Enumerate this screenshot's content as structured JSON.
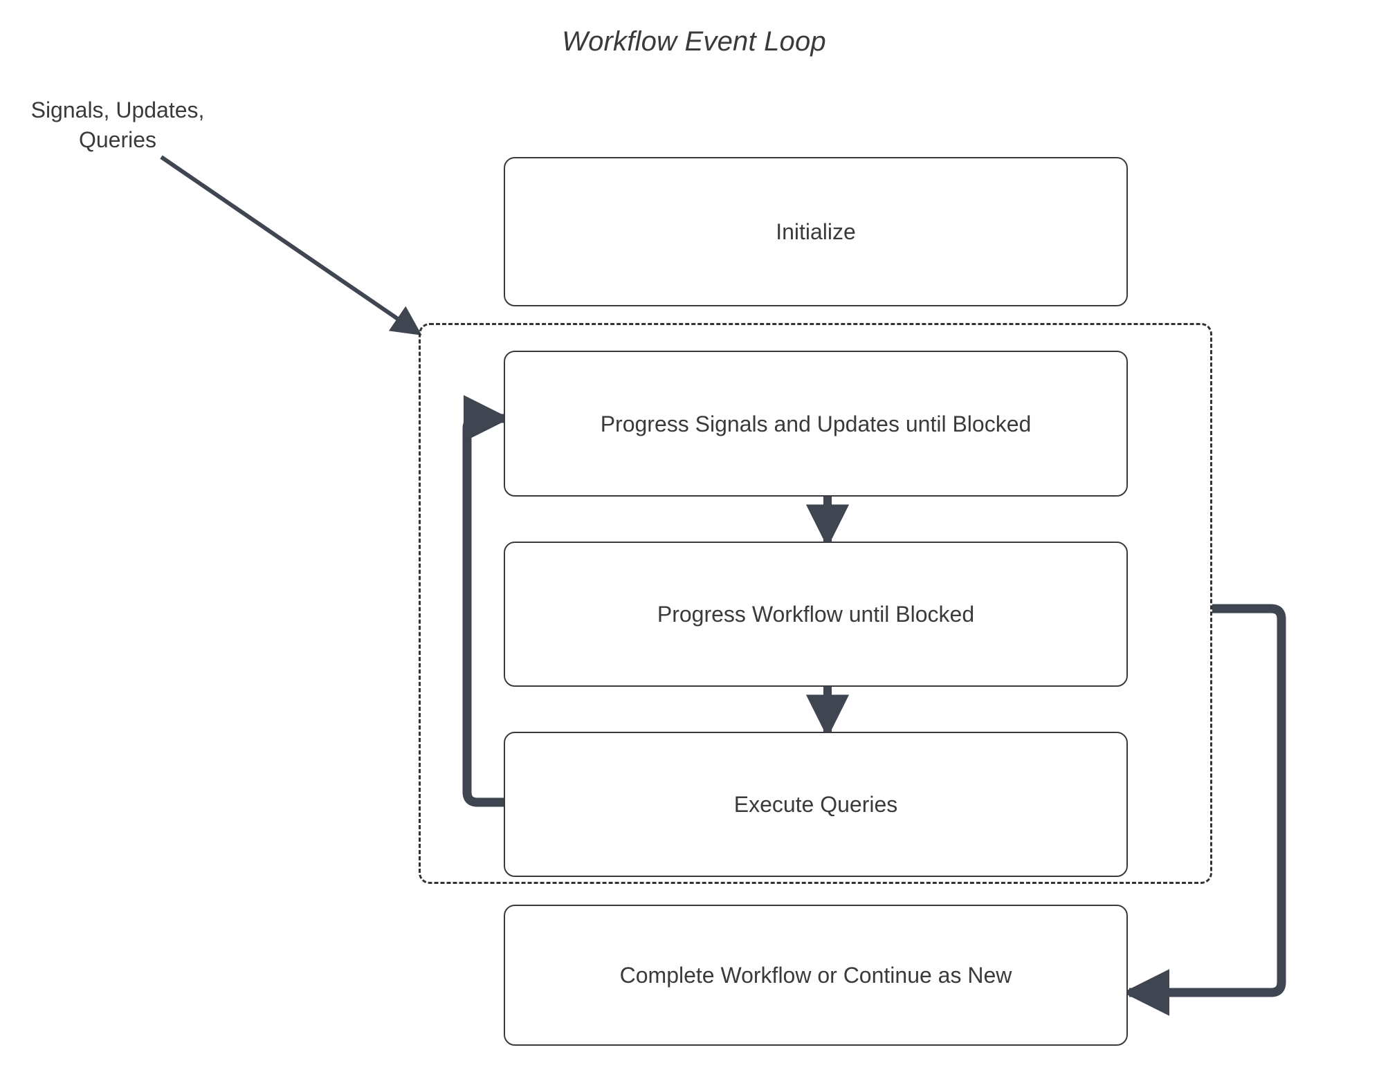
{
  "diagram": {
    "title": "Workflow Event Loop",
    "colors": {
      "connector": "#3f4551",
      "node_border": "#3a3a3a",
      "text": "#3a3a3a",
      "background": "#ffffff",
      "dashed_border": "#333333"
    },
    "external_label": {
      "line1": "Signals, Updates,",
      "line2": "Queries"
    },
    "nodes": [
      {
        "id": "initialize",
        "label": "Initialize"
      },
      {
        "id": "progress-signals",
        "label": "Progress Signals and Updates until Blocked"
      },
      {
        "id": "progress-workflow",
        "label": "Progress Workflow until Blocked"
      },
      {
        "id": "execute-queries",
        "label": "Execute Queries"
      },
      {
        "id": "complete",
        "label": "Complete Workflow or Continue as New"
      }
    ],
    "loop_group": {
      "style": "dashed",
      "label": ""
    },
    "edges": [
      {
        "from": "signals-updates-queries-label",
        "to": "loop-group",
        "style": "thin-diagonal"
      },
      {
        "from": "progress-signals",
        "to": "progress-workflow",
        "style": "thick-down"
      },
      {
        "from": "progress-workflow",
        "to": "execute-queries",
        "style": "thick-down"
      },
      {
        "from": "execute-queries",
        "to": "progress-signals",
        "style": "thick-loopback-left"
      },
      {
        "from": "loop-group",
        "to": "complete",
        "style": "thick-exit-right"
      }
    ]
  }
}
